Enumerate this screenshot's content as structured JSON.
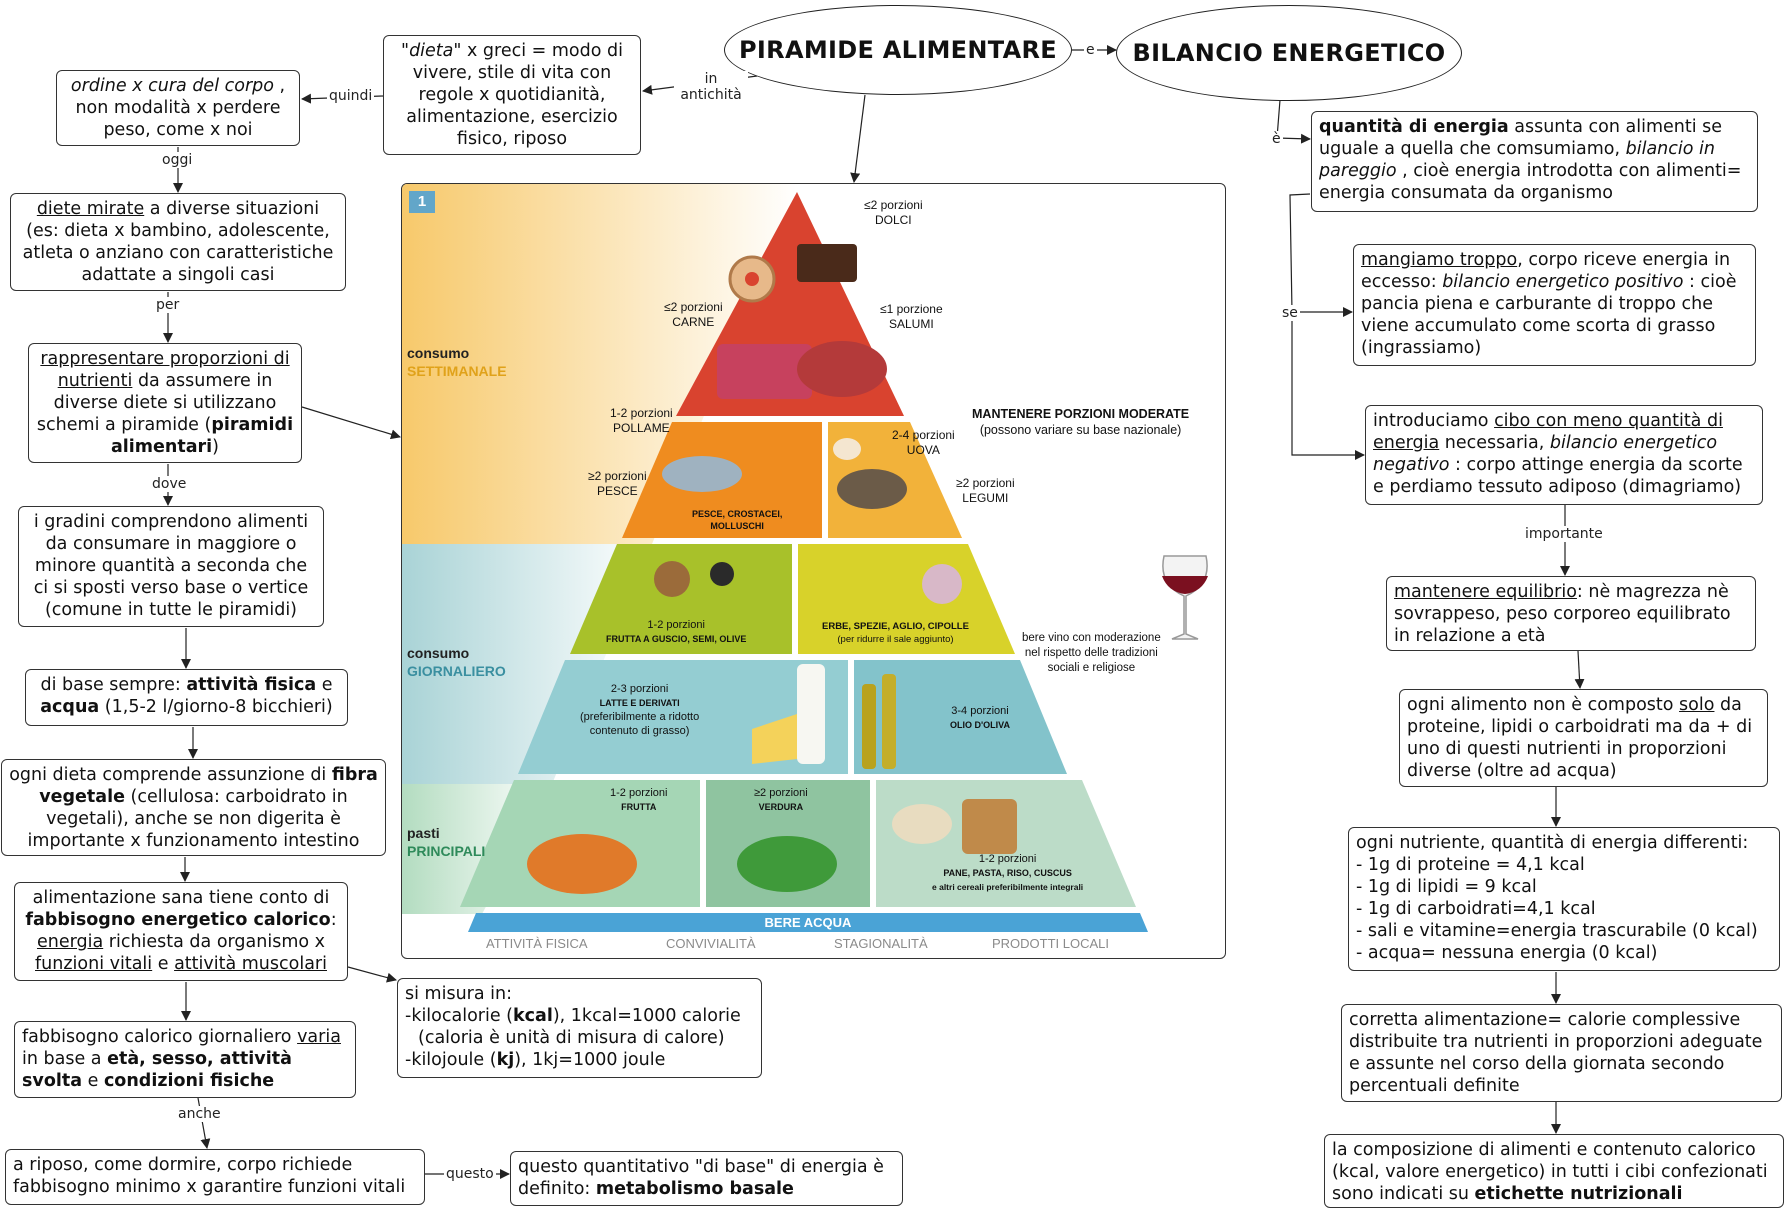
{
  "ovals": {
    "piramide": "PIRAMIDE ALIMENTARE",
    "bilancio": "BILANCIO ENERGETICO"
  },
  "labels": {
    "e": "e",
    "in_antichita": "in antichità",
    "quindi": "quindi",
    "oggi": "oggi",
    "per": "per",
    "dove": "dove",
    "anche": "anche",
    "questo": "questo",
    "e_accent": "è",
    "se": "se",
    "importante": "importante"
  },
  "left": {
    "dieta": {
      "t1": "\"dieta\"",
      "t2": " x greci = modo di vivere, stile di vita con regole x quotidianità, alimentazione, esercizio fisico, riposo"
    },
    "ordine": {
      "t1": "ordine x cura del corpo",
      "t2": " , non modalità x perdere peso, come x noi"
    },
    "diete": {
      "t1": "diete mirate",
      "t2": " a diverse situazioni (es: dieta x bambino, adolescente, atleta o anziano con caratteristiche adattate a singoli casi"
    },
    "rappresentare": {
      "t1": "rappresentare proporzioni di nutrienti",
      "t2": " da assumere in diverse diete si utilizzano schemi a piramide (",
      "t3": "piramidi alimentari",
      "t4": ")"
    },
    "gradini": "i gradini comprendono alimenti da consumare in maggiore o minore quantità a seconda che ci si sposti verso base o vertice (comune in tutte le piramidi)",
    "base": {
      "t1": "di base sempre: ",
      "t2": "attività fisica",
      "t3": " e ",
      "t4": "acqua",
      "t5": " (1,5-2 l/giorno-8 bicchieri)"
    },
    "fibra": {
      "t1": "ogni dieta comprende assunzione di ",
      "t2": "fibra vegetale",
      "t3": " (cellulosa: carboidrato in vegetali), anche se non digerita è importante x funzionamento intestino"
    },
    "sana": {
      "t1": "alimentazione sana tiene conto di ",
      "t2": "fabbisogno energetico calorico",
      "t3": ": ",
      "t4": "energia",
      "t5": " richiesta da organismo x ",
      "t6": "funzioni vitali",
      "t7": " e ",
      "t8": "attività muscolari"
    },
    "misura": {
      "l1": "si misura in:",
      "l2a": "-kilocalorie (",
      "l2b": "kcal",
      "l2c": "), 1kcal=1000 calorie",
      "l3": "(caloria è unità di misura di calore)",
      "l4a": "-kilojoule (",
      "l4b": "kj",
      "l4c": "), 1kj=1000 joule"
    },
    "fabbisogno": {
      "t1": "fabbisogno calorico giornaliero ",
      "t2": "varia",
      "t3": " in base a ",
      "t4": "età, sesso, attività svolta",
      "t5": " e ",
      "t6": "condizioni fisiche"
    },
    "riposo": "a riposo, come dormire, corpo richiede fabbisogno minimo x garantire funzioni vitali",
    "metabolismo": {
      "t1": "questo quantitativo \"di base\" di energia è definito: ",
      "t2": "metabolismo basale"
    }
  },
  "right": {
    "quantita": {
      "t1": "quantità di energia",
      "t2": " assunta con alimenti se uguale a quella che comsumiamo, ",
      "t3": "bilancio in pareggio",
      "t4": " , cioè energia introdotta con alimenti= energia consumata da organismo"
    },
    "troppo": {
      "t1": "mangiamo troppo",
      "t2": ", corpo riceve energia in eccesso: ",
      "t3": "bilancio energetico positivo",
      "t4": " : cioè pancia piena e carburante di troppo che viene accumulato come scorta di grasso (ingrassiamo)"
    },
    "meno": {
      "t1": "introduciamo ",
      "t2": "cibo con meno quantità di energia",
      "t3": " necessaria, ",
      "t4": "bilancio energetico negativo",
      "t5": " : corpo attinge energia da scorte e perdiamo tessuto adiposo (dimagriamo)"
    },
    "equilibrio": {
      "t1": "mantenere equilibrio",
      "t2": ": nè magrezza nè sovrappeso, peso corporeo equilibrato in relazione a età"
    },
    "alimento": {
      "t1": "ogni alimento non è composto ",
      "t2": "solo",
      "t3": " da proteine, lipidi o carboidrati ma da + di uno di questi nutrienti in proporzioni diverse (oltre ad acqua)"
    },
    "nutriente": [
      "ogni nutriente, quantità di energia differenti:",
      "- 1g di proteine = 4,1 kcal",
      "- 1g di lipidi = 9 kcal",
      "- 1g di carboidrati=4,1 kcal",
      "- sali e vitamine=energia trascurabile (0 kcal)",
      "- acqua= nessuna energia (0 kcal)"
    ],
    "corretta": "corretta alimentazione= calorie complessive distribuite tra nutrienti in proporzioni adeguate e assunte nel corso della giornata secondo percentuali definite",
    "etichette": {
      "t1": "la composizione di alimenti e contenuto calorico (kcal, valore energetico) in tutti i cibi confezionati sono indicati su ",
      "t2": "etichette nutrizionali"
    }
  },
  "pyramid": {
    "badge": "1",
    "settimanale": {
      "a": "consumo",
      "b": "SETTIMANALE"
    },
    "giornaliero": {
      "a": "consumo",
      "b": "GIORNALIERO"
    },
    "pasti": {
      "a": "pasti",
      "b": "PRINCIPALI"
    },
    "dolci": {
      "a": "≤2 porzioni",
      "b": "DOLCI"
    },
    "carne": {
      "a": "≤2 porzioni",
      "b": "CARNE"
    },
    "salumi": {
      "a": "≤1 porzione",
      "b": "SALUMI"
    },
    "pollame": {
      "a": "1-2 porzioni",
      "b": "POLLAME"
    },
    "pesce": {
      "a": "≥2 porzioni",
      "b": "PESCE"
    },
    "crostacei": {
      "a": "PESCE, CROSTACEI,",
      "b": "MOLLUSCHI"
    },
    "uova": {
      "a": "2-4 porzioni",
      "b": "UOVA"
    },
    "legumi": {
      "a": "≥2 porzioni",
      "b": "LEGUMI"
    },
    "moderate": {
      "a": "MANTENERE PORZIONI MODERATE",
      "b": "(possono variare su base nazionale)"
    },
    "frutta_guscio": {
      "a": "1-2 porzioni",
      "b": "FRUTTA A GUSCIO, SEMI, OLIVE"
    },
    "erbe": {
      "a": "ERBE, SPEZIE, AGLIO, CIPOLLE",
      "b": "(per ridurre il sale aggiunto)"
    },
    "vino": {
      "a": "bere vino con moderazione",
      "b": "nel rispetto delle tradizioni",
      "c": "sociali e religiose"
    },
    "latte": {
      "a": "2-3 porzioni",
      "b": "LATTE E DERIVATI",
      "c": "(preferibilmente a ridotto",
      "d": "contenuto di grasso)"
    },
    "olio": {
      "a": "3-4 porzioni",
      "b": "OLIO D'OLIVA"
    },
    "frutta": {
      "a": "1-2 porzioni",
      "b": "FRUTTA"
    },
    "verdura": {
      "a": "≥2 porzioni",
      "b": "VERDURA"
    },
    "pane": {
      "a": "1-2 porzioni",
      "b": "PANE, PASTA, RISO, CUSCUS",
      "c": "e altri cereali preferibilmente integrali"
    },
    "acqua": "BERE ACQUA",
    "footer": [
      "ATTIVITÀ FISICA",
      "CONVIVIALITÀ",
      "STAGIONALITÀ",
      "PRODOTTI LOCALI"
    ]
  },
  "colors": {
    "sweets": "#d9432f",
    "protein": "#ef8c1f",
    "daily": "#b9c72a",
    "dairy": "#8fcbd0",
    "base": "#b6dcc8",
    "water": "#4aa3d6"
  }
}
